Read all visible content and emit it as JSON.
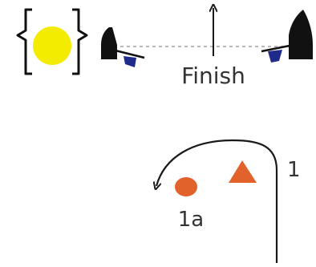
{
  "labels": {
    "finish": "Finish",
    "mark_1": "1",
    "mark_1a": "1a"
  },
  "colors": {
    "line": "#1a1a1a",
    "dashed_line": "#b8b8b8",
    "text": "#333333",
    "sun": "#f4ec00",
    "mark": "#e2622c",
    "flag": "#1f2b8a",
    "boat": "#111111"
  },
  "icons": {
    "sun": "sun-icon",
    "bracket": "curly-bracket-icon",
    "committee_boat": "committee-boat-icon",
    "flag": "blue-flag-icon",
    "mark_1": "triangle-mark-icon",
    "mark_1a": "circle-mark-icon",
    "arrow": "arrow-icon"
  }
}
